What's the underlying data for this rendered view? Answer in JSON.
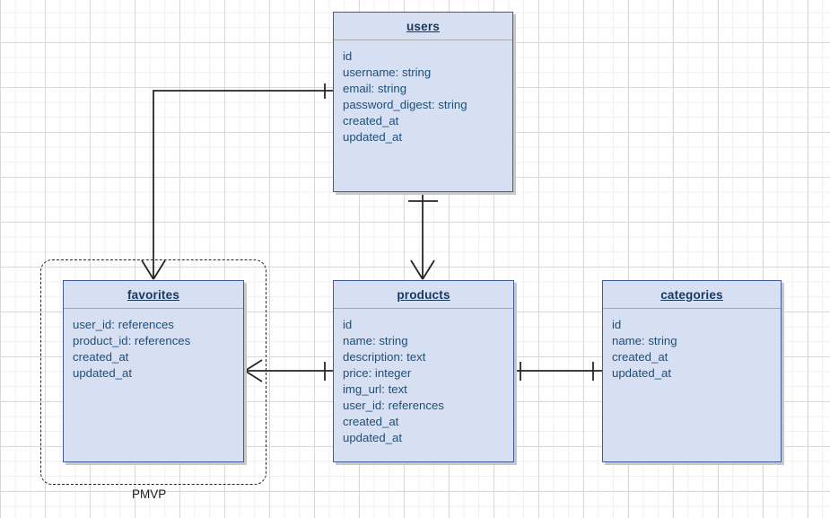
{
  "diagram": {
    "type": "entity-relationship-diagram",
    "background": "grid",
    "colors": {
      "entity_fill": "#d6e0f2",
      "entity_border": "#3f5c96",
      "title_text": "#17375e",
      "attribute_text": "#1f4e79",
      "connector": "#262626",
      "grid_minor": "#f0f0f0",
      "grid_major": "#d9d9d9"
    },
    "entities": [
      {
        "id": "users",
        "title": "users",
        "attributes": [
          "id",
          "username: string",
          "email: string",
          "password_digest: string",
          "created_at",
          "updated_at"
        ]
      },
      {
        "id": "favorites",
        "title": "favorites",
        "attributes": [
          "user_id: references",
          "product_id: references",
          "created_at",
          "updated_at"
        ]
      },
      {
        "id": "products",
        "title": "products",
        "attributes": [
          "id",
          "name: string",
          "description: text",
          "price: integer",
          "img_url: text",
          "user_id: references",
          "created_at",
          "updated_at"
        ]
      },
      {
        "id": "categories",
        "title": "categories",
        "attributes": [
          "id",
          "name: string",
          "created_at",
          "updated_at"
        ]
      }
    ],
    "groups": [
      {
        "id": "pmvp",
        "label": "PMVP",
        "contains": [
          "favorites"
        ]
      }
    ],
    "relationships": [
      {
        "from": "users",
        "to": "favorites",
        "from_cardinality": "one",
        "to_cardinality": "many"
      },
      {
        "from": "users",
        "to": "products",
        "from_cardinality": "one",
        "to_cardinality": "many"
      },
      {
        "from": "favorites",
        "to": "products",
        "from_cardinality": "many",
        "to_cardinality": "one"
      },
      {
        "from": "products",
        "to": "categories",
        "from_cardinality": "one",
        "to_cardinality": "one"
      }
    ]
  }
}
